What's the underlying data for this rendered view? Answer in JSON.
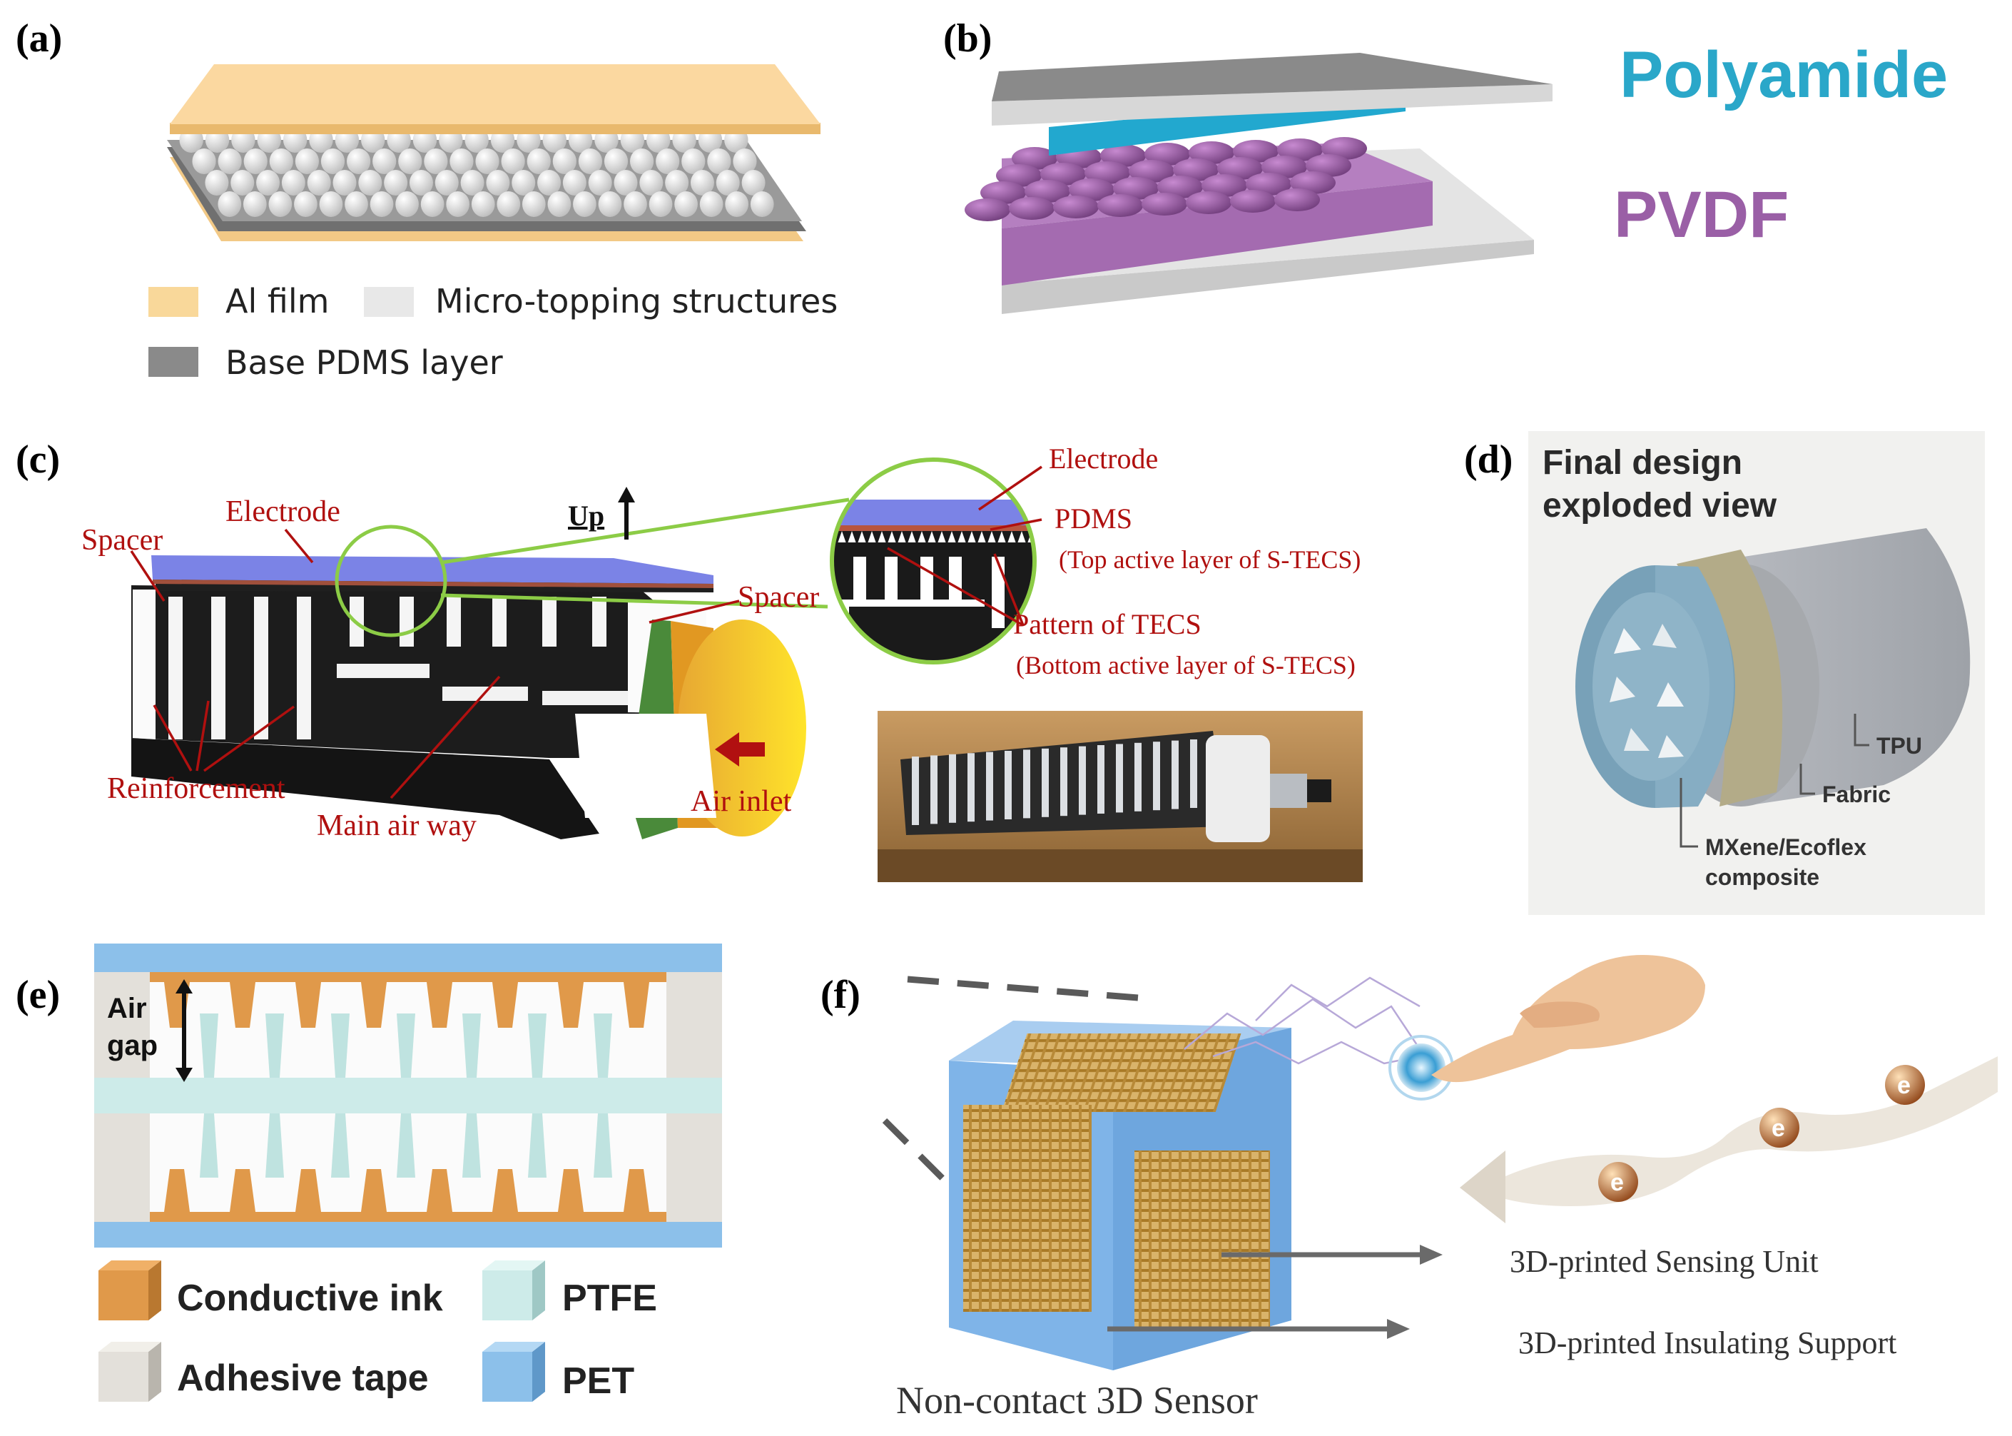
{
  "panels": {
    "a": {
      "tag": "(a)",
      "legend": [
        "Al film",
        "Micro-topping structures",
        "Base PDMS layer"
      ],
      "colors": {
        "al": "#f9d89a",
        "micro": "#e8e8e8",
        "pdms": "#8a8a8a"
      }
    },
    "b": {
      "tag": "(b)",
      "labels": {
        "polyamide": "Polyamide",
        "pvdf": "PVDF"
      },
      "colors": {
        "polyamide": "#2aa7c9",
        "pvdf": "#9a5fa6"
      }
    },
    "c": {
      "tag": "(c)",
      "labels": {
        "electrode": "Electrode",
        "spacer_left": "Spacer",
        "spacer_right": "Spacer",
        "up": "Up",
        "reinforcement": "Reinforcement",
        "main_air_way": "Main air way",
        "air_inlet": "Air inlet",
        "zoom_electrode": "Electrode",
        "pdms": "PDMS",
        "pdms_sub": "(Top active layer of S-TECS)",
        "pattern": "Pattern of TECS",
        "pattern_sub": "(Bottom active layer of S-TECS)"
      },
      "colors": {
        "label": "#b0100f",
        "electrode": "#7b83e6",
        "zoom_ring": "#8ccc46"
      }
    },
    "d": {
      "tag": "(d)",
      "title_line1": "Final design",
      "title_line2": "exploded view",
      "labels": {
        "tpu": "TPU",
        "fabric": "Fabric",
        "mxene1": "MXene/Ecoflex",
        "mxene2": "composite"
      }
    },
    "e": {
      "tag": "(e)",
      "air_gap1": "Air",
      "air_gap2": "gap",
      "legend": [
        "Conductive ink",
        "PTFE",
        "Adhesive tape",
        "PET"
      ],
      "colors": {
        "ink": "#e0994a",
        "ptfe": "#cdebe9",
        "tape": "#e3e0da",
        "pet": "#8cc0ea"
      }
    },
    "f": {
      "tag": "(f)",
      "labels": {
        "sensing": "3D-printed Sensing Unit",
        "support": "3D-printed Insulating Support",
        "caption": "Non-contact 3D Sensor",
        "electron": "e"
      },
      "colors": {
        "cube": "#7fb4e8",
        "grid": "#c89a3a"
      }
    }
  }
}
